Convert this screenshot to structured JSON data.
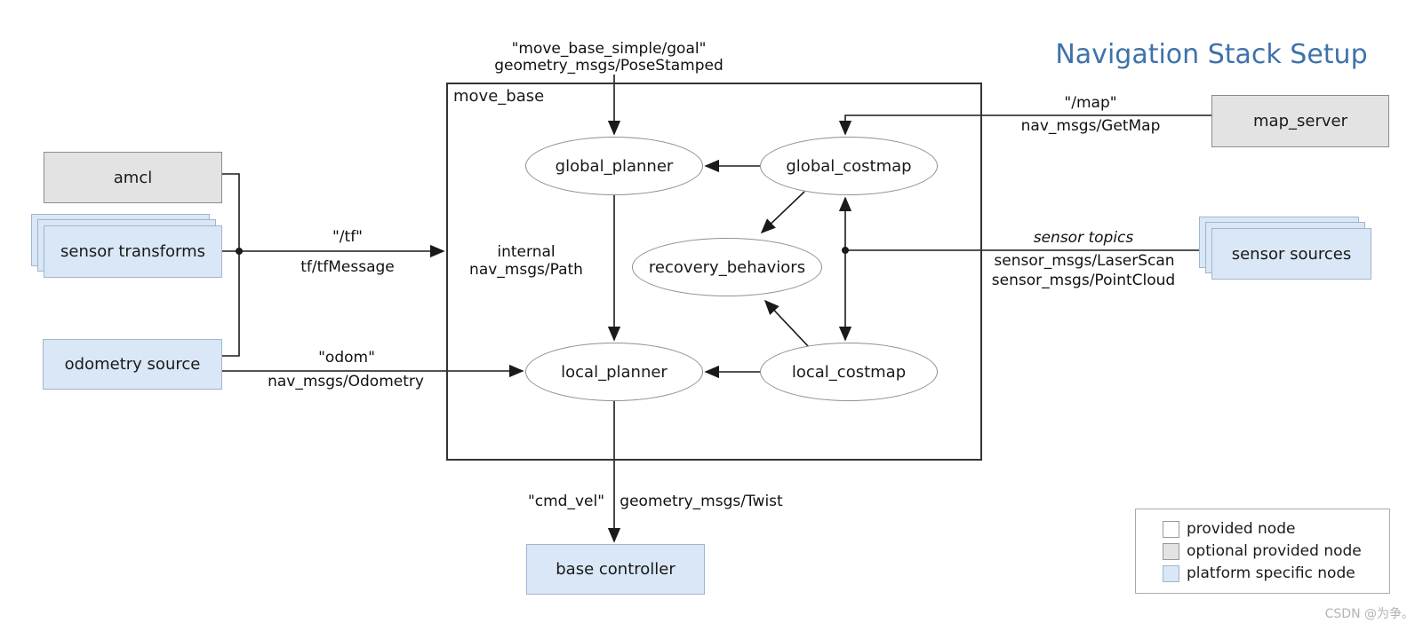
{
  "title": {
    "text": "Navigation Stack Setup",
    "color": "#3f72ab"
  },
  "watermark": "CSDN @为争。",
  "container": {
    "label": "move_base"
  },
  "nodes": {
    "amcl": {
      "label": "amcl",
      "type": "optional provided node"
    },
    "sensor_transforms": {
      "label": "sensor transforms",
      "type": "platform specific node"
    },
    "odometry_source": {
      "label": "odometry source",
      "type": "platform specific node"
    },
    "map_server": {
      "label": "map_server",
      "type": "optional provided node"
    },
    "sensor_sources": {
      "label": "sensor sources",
      "type": "platform specific node"
    },
    "base_controller": {
      "label": "base controller",
      "type": "platform specific node"
    },
    "global_planner": {
      "label": "global_planner",
      "type": "provided node"
    },
    "global_costmap": {
      "label": "global_costmap",
      "type": "provided node"
    },
    "recovery_behaviors": {
      "label": "recovery_behaviors",
      "type": "provided node"
    },
    "local_planner": {
      "label": "local_planner",
      "type": "provided node"
    },
    "local_costmap": {
      "label": "local_costmap",
      "type": "provided node"
    }
  },
  "edges": {
    "goal": {
      "topic": "\"move_base_simple/goal\"",
      "msg": "geometry_msgs/PoseStamped"
    },
    "tf": {
      "topic": "\"/tf\"",
      "msg": "tf/tfMessage"
    },
    "odom": {
      "topic": "\"odom\"",
      "msg": "nav_msgs/Odometry"
    },
    "map": {
      "topic": "\"/map\"",
      "msg": "nav_msgs/GetMap"
    },
    "sensor": {
      "topic": "sensor topics",
      "msg1": "sensor_msgs/LaserScan",
      "msg2": "sensor_msgs/PointCloud"
    },
    "internal": {
      "topic": "internal",
      "msg": "nav_msgs/Path"
    },
    "cmd_vel": {
      "topic": "\"cmd_vel\"",
      "msg": "geometry_msgs/Twist"
    }
  },
  "legend": {
    "items": [
      {
        "label": "provided node",
        "color": "#ffffff"
      },
      {
        "label": "optional provided node",
        "color": "#e3e3e3"
      },
      {
        "label": "platform specific node",
        "color": "#d9e7f6"
      }
    ]
  },
  "colors": {
    "title": "#3f72ab",
    "node_optional_fill": "#e3e3e3",
    "node_platform_fill": "#d9e7f6",
    "node_platform_border": "#9fb6cf",
    "wire": "#1a1a1a"
  }
}
